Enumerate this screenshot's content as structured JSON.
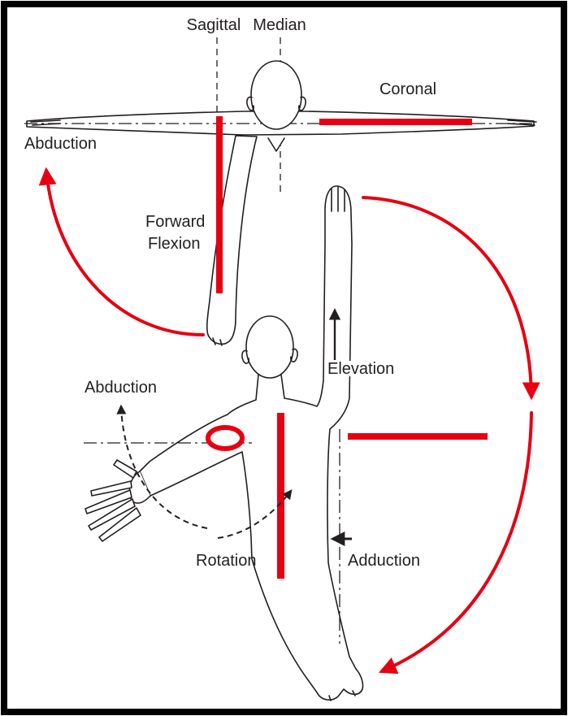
{
  "frame": {
    "background": "#ffffff",
    "border_color": "#000000"
  },
  "colors": {
    "plane_marker_red": "#e60012",
    "outline_black": "#231f20",
    "text": "#231f20"
  },
  "labels": {
    "sagittal": "Sagittal",
    "median": "Median",
    "coronal": "Coronal",
    "abduction_top": "Abduction",
    "forward": "Forward",
    "flexion": "Flexion",
    "elevation": "Elevation",
    "abduction_lower": "Abduction",
    "rotation": "Rotation",
    "adduction": "Adduction"
  }
}
